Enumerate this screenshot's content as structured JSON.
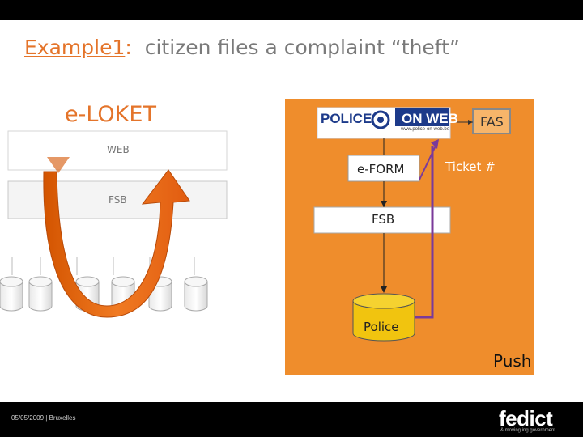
{
  "title": {
    "prefix": "Example1",
    "colon": ":",
    "text": "  citizen files a complaint “theft”"
  },
  "left_panel": {
    "heading": "e-LOKET",
    "layer_web": "WEB",
    "layer_fsb": "FSB"
  },
  "right_panel": {
    "logo_police": "POLICE",
    "logo_onweb": "ON WEB",
    "logo_url": "www.police-on-web.be",
    "fas": "FAS",
    "eform": "e-FORM",
    "ticket": "Ticket #",
    "fsb": "FSB",
    "police": "Police",
    "push": "Push"
  },
  "footer": {
    "date": "05/05/2009 | Bruxelles",
    "brand": "fedict",
    "tagline": "& moving ing government"
  },
  "colors": {
    "accent_orange": "#e4742a",
    "panel_orange": "#ef8d2c",
    "purple_line": "#7a3a9a",
    "cylinder_yellow": "#f1c40f"
  }
}
